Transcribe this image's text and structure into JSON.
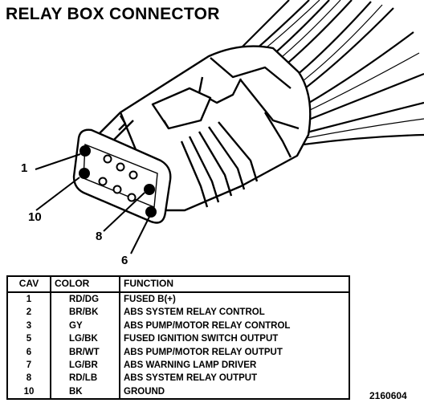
{
  "title": "RELAY BOX CONNECTOR",
  "callouts": {
    "c1": "1",
    "c10": "10",
    "c8": "8",
    "c6": "6"
  },
  "table": {
    "headers": {
      "cav": "CAV",
      "color": "COLOR",
      "function": "FUNCTION"
    },
    "rows": [
      {
        "cav": "1",
        "color": "RD/DG",
        "function": "FUSED B(+)"
      },
      {
        "cav": "2",
        "color": "BR/BK",
        "function": "ABS SYSTEM RELAY CONTROL"
      },
      {
        "cav": "3",
        "color": "GY",
        "function": "ABS PUMP/MOTOR RELAY CONTROL"
      },
      {
        "cav": "5",
        "color": "LG/BK",
        "function": "FUSED IGNITION SWITCH OUTPUT"
      },
      {
        "cav": "6",
        "color": "BR/WT",
        "function": "ABS PUMP/MOTOR RELAY OUTPUT"
      },
      {
        "cav": "7",
        "color": "LG/BR",
        "function": "ABS WARNING LAMP DRIVER"
      },
      {
        "cav": "8",
        "color": "RD/LB",
        "function": "ABS SYSTEM RELAY OUTPUT"
      },
      {
        "cav": "10",
        "color": "BK",
        "function": "GROUND"
      }
    ]
  },
  "figure_number": "2160604"
}
